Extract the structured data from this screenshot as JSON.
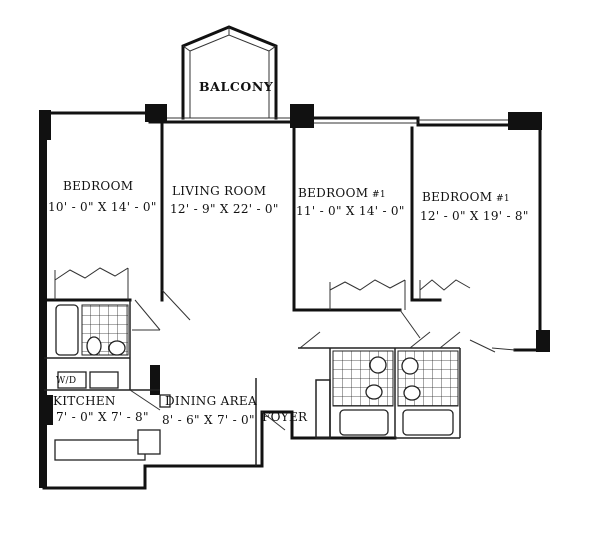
{
  "rooms": {
    "balcony": {
      "name": "BALCONY"
    },
    "bedroom1": {
      "name": "BEDROOM",
      "size": "10' - 0\" X 14' - 0\""
    },
    "living": {
      "name": "LIVING ROOM",
      "size": "12' - 9\" X 22' - 0\""
    },
    "bedroom2": {
      "name": "BEDROOM",
      "suffix": "#1",
      "size": "11' - 0\" X 14' - 0\""
    },
    "bedroom3": {
      "name": "BEDROOM",
      "suffix": "#1",
      "size": "12' - 0\" X 19' - 8\""
    },
    "kitchen": {
      "name": "KITCHEN",
      "size": "7' - 0\" X 7' - 8\""
    },
    "dining": {
      "name": "DINING AREA",
      "size": "8' - 6\" X 7' - 0\""
    },
    "foyer": {
      "name": "FOYER"
    }
  },
  "appliances": {
    "washer_dryer": "W/D"
  }
}
